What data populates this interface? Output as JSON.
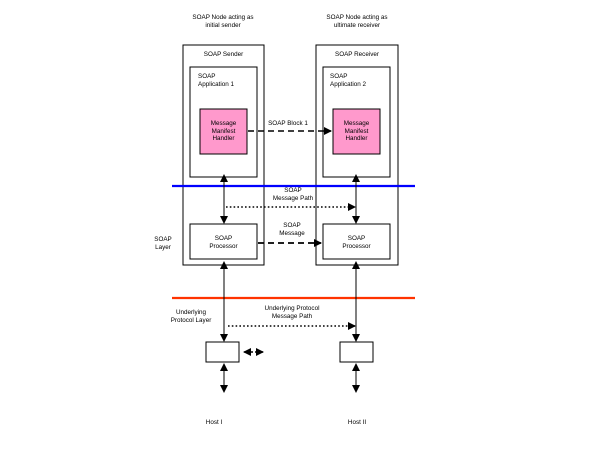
{
  "nodes": {
    "sender_caption": "SOAP Node acting as\ninitial sender",
    "receiver_caption": "SOAP Node acting as\nultimate receiver",
    "sender_title": "SOAP Sender",
    "receiver_title": "SOAP Receiver"
  },
  "applications": {
    "app1_label": "SOAP\nApplication 1",
    "app2_label": "SOAP\nApplication 2",
    "handler_label": "Message\nManifest\nHandler"
  },
  "processors": {
    "label": "SOAP\nProcessor"
  },
  "paths": {
    "soap_block": "SOAP Block 1",
    "message_path": "SOAP\nMessage Path",
    "soap_message": "SOAP\nMessage",
    "underlying_path": "Underlying Protocol\nMessage Path"
  },
  "layers": {
    "soap_layer": "SOAP\nLayer",
    "underlying_layer": "Underlying\nProtocol Layer"
  },
  "hosts": {
    "host1": "Host I",
    "host2": "Host II"
  },
  "colors": {
    "handler_fill": "#FF99CC",
    "soap_line": "#0000FF",
    "underlying_line": "#FF3300"
  }
}
